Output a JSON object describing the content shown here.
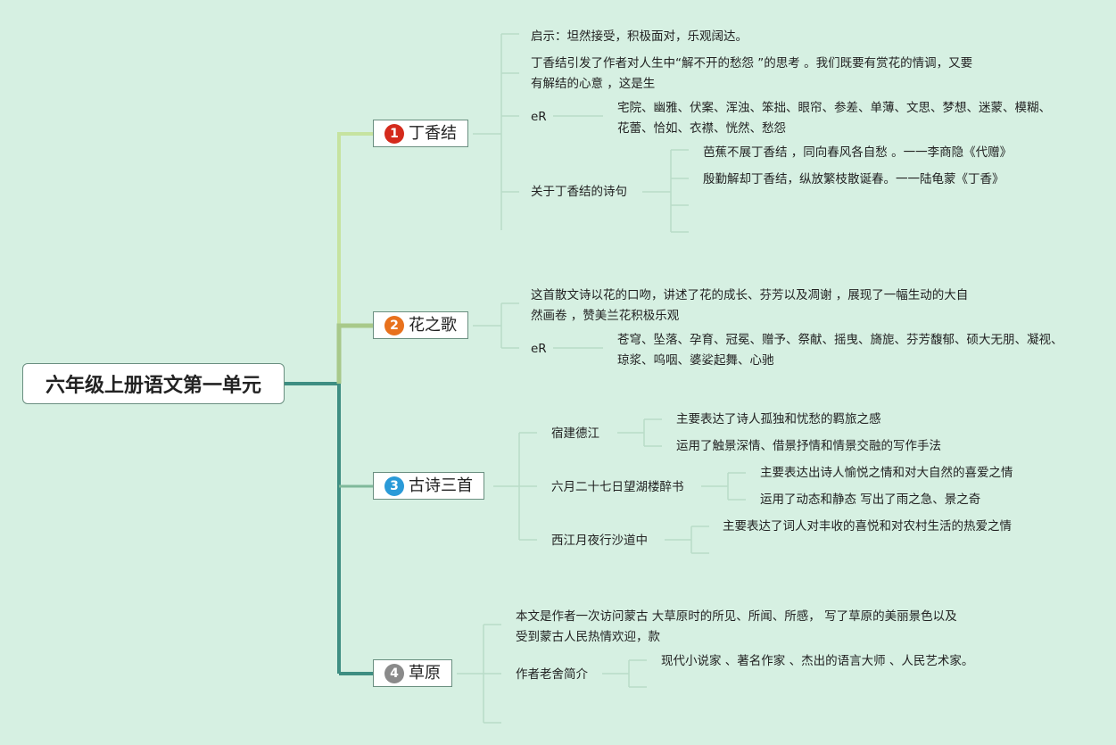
{
  "root": {
    "title": "六年级上册语文第一单元"
  },
  "branches": [
    {
      "num": "1",
      "title": "丁香结",
      "badge_color": "#d42a1c",
      "insight": "启示：坦然接受，积极面对，乐观阔达。",
      "summary": "丁香结引发了作者对人生中“解不开的愁怨 ”的思考 。我们既要有赏花的情调，又要有解结的心意 ，这是生",
      "vocab_label": "eR",
      "vocab": "宅院、幽雅、伏案、浑浊、笨拙、眼帘、参差、单薄、文思、梦想、迷蒙、模糊、花蕾、恰如、衣襟、恍然、愁怨",
      "poems_label": "关于丁香结的诗句",
      "poems": [
        "芭蕉不展丁香结 ，同向春风各自愁 。一一李商隐《代赠》",
        "殷勤解却丁香结，纵放繁枝散诞春。一一陆龟蒙《丁香》"
      ]
    },
    {
      "num": "2",
      "title": "花之歌",
      "badge_color": "#e8711c",
      "summary": "这首散文诗以花的口吻，讲述了花的成长、芬芳以及凋谢 ，展现了一幅生动的大自然画卷 ，赞美兰花积极乐观",
      "vocab_label": "eR",
      "vocab": "苍穹、坠落、孕育、冠冕、赠予、祭献、摇曳、旖旎、芬芳馥郁、硕大无朋、凝视、琼浆、呜咽、婆娑起舞、心驰"
    },
    {
      "num": "3",
      "title": "古诗三首",
      "badge_color": "#2a9ad8",
      "poems": [
        {
          "name": "宿建德江",
          "notes": [
            "主要表达了诗人孤独和忧愁的羁旅之感",
            "运用了触景深情、借景抒情和情景交融的写作手法"
          ]
        },
        {
          "name": "六月二十七日望湖楼醉书",
          "notes": [
            "主要表达出诗人愉悦之情和对大自然的喜爱之情",
            "运用了动态和静态 写出了雨之急、景之奇"
          ]
        },
        {
          "name": "西江月夜行沙道中",
          "notes": [
            "主要表达了词人对丰收的喜悦和对农村生活的热爱之情"
          ]
        }
      ]
    },
    {
      "num": "4",
      "title": "草原",
      "badge_color": "#8a8a8a",
      "summary": "本文是作者一次访问蒙古 大草原时的所见、所闻、所感， 写了草原的美丽景色以及受到蒙古人民热情欢迎，款",
      "author_label": "作者老舍简介",
      "author": "现代小说家 、著名作家 、杰出的语言大师 、人民艺术家。"
    }
  ],
  "colors": {
    "background": "#d6f0e2",
    "trunk": "#3e8e82",
    "branch1": "#c6e3a0",
    "branch2": "#a8c98a",
    "branch3": "#7fb89a",
    "leaf": "#b9dcc8"
  }
}
